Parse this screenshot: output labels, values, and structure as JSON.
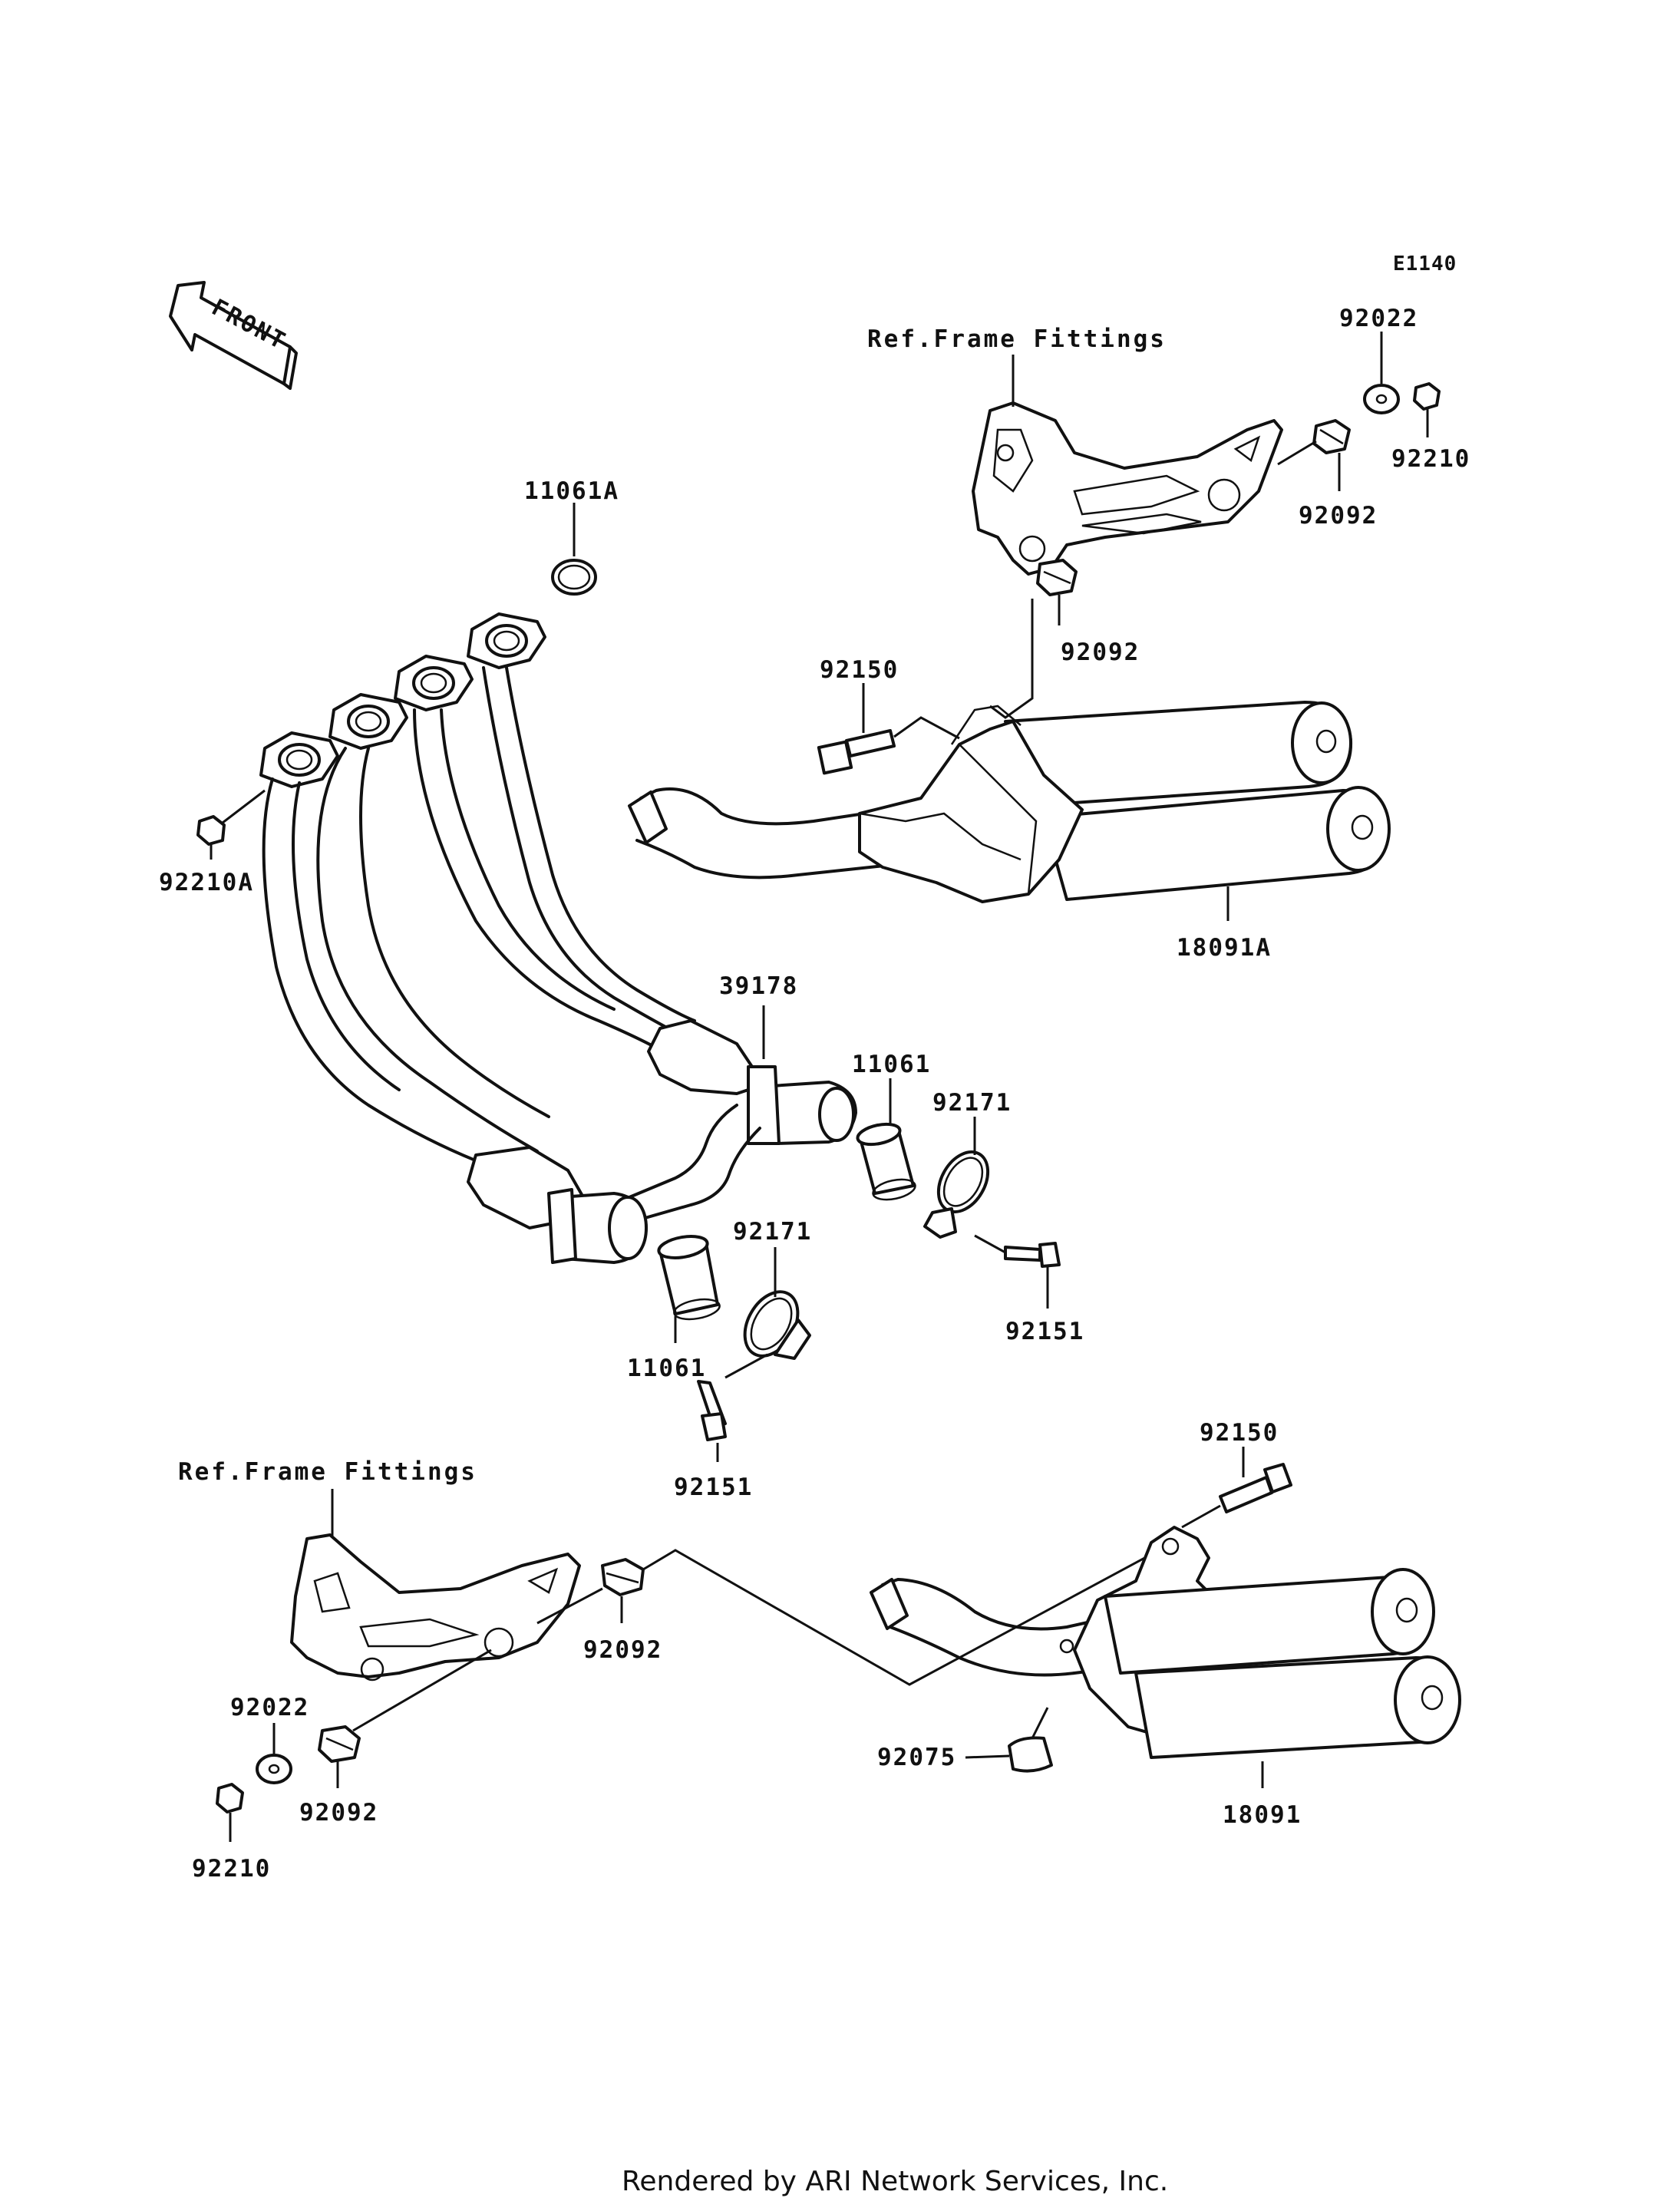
{
  "diagram": {
    "code": "E1140",
    "front_label": "FRONT",
    "ref_upper": "Ref.Frame Fittings",
    "ref_lower": "Ref.Frame Fittings",
    "parts": {
      "p11061A": "11061A",
      "p92210A": "92210A",
      "p39178": "39178",
      "p11061_upper": "11061",
      "p92171_upper": "92171",
      "p92151_upper": "92151",
      "p11061_lower": "11061",
      "p92171_lower": "92171",
      "p92151_lower": "92151",
      "p92022_upper": "92022",
      "p92210_upper": "92210",
      "p92092_upper_a": "92092",
      "p92092_upper_b": "92092",
      "p92150_upper": "92150",
      "p18091A": "18091A",
      "p92150_lower": "92150",
      "p92092_lower_a": "92092",
      "p92022_lower": "92022",
      "p92092_lower_b": "92092",
      "p92210_lower": "92210",
      "p92075": "92075",
      "p18091": "18091"
    }
  },
  "footer": "Rendered by ARI Network Services, Inc."
}
